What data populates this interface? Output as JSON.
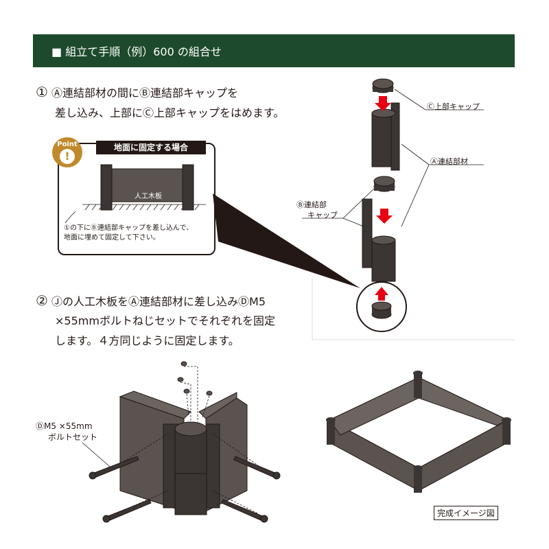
{
  "header": {
    "title": "■ 組立て手順（例）600 の組合せ"
  },
  "step1": {
    "number": "①",
    "line1": "Ⓐ連結部材の間にⒷ連結部キャップを",
    "line2": "差し込み、上部にⒸ上部キャップをはめます。"
  },
  "point": {
    "badge": "Point",
    "badge_mark": "!",
    "title": "地面に固定する場合",
    "board_label": "人工木板",
    "note_line1": "①の下にⒷ連結部キャップを差し込んで、",
    "note_line2": "地面に埋めて固定して下さい。"
  },
  "labels": {
    "top_cap": "Ⓒ上部キャップ",
    "connector": "Ⓐ連結部材",
    "joint_cap_line1": "Ⓑ連結部",
    "joint_cap_line2": "キャップ",
    "bolt_line1": "ⒹM5 ×55mm",
    "bolt_line2": "ボルトセット"
  },
  "step2": {
    "number": "②",
    "line1": "Ⓙの人工木板をⒶ連結部材に差し込みⒹM5",
    "line2": "×55mmボルトねじセットでそれぞれを固定",
    "line3": "します。４方同じように固定します。"
  },
  "caption": {
    "completed": "完成イメージ図"
  },
  "colors": {
    "header_bg": "#1d4a2c",
    "board": "#5a5350",
    "post": "#3b3533",
    "arrow_red": "#e60012",
    "point_badge": "#c08a2c"
  }
}
